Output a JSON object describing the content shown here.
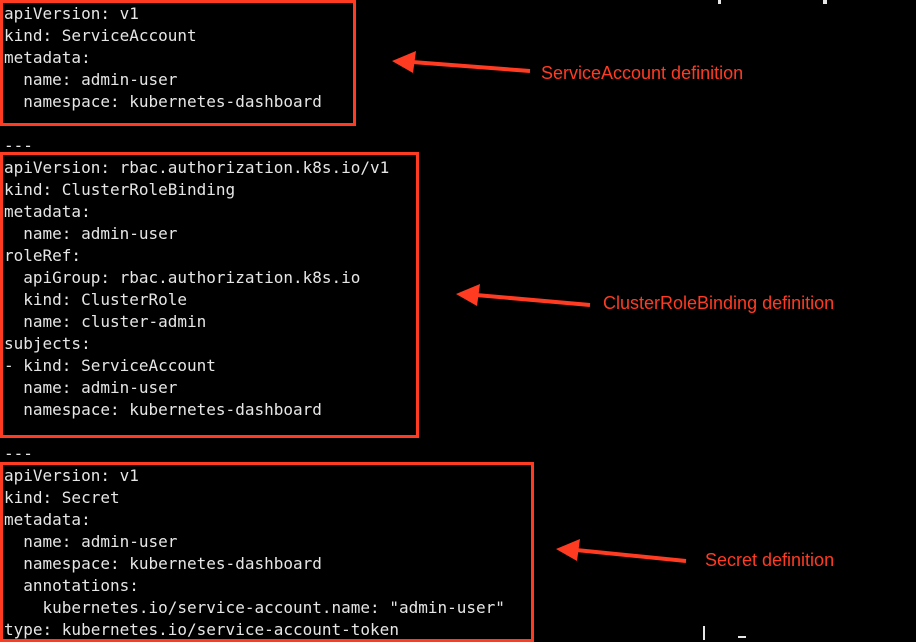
{
  "colors": {
    "background": "#000000",
    "text": "#e6e6e6",
    "annotation": "#ff3b22"
  },
  "terminal": {
    "lines": [
      "apiVersion: v1",
      "kind: ServiceAccount",
      "metadata:",
      "  name: admin-user",
      "  namespace: kubernetes-dashboard",
      "",
      "---",
      "apiVersion: rbac.authorization.k8s.io/v1",
      "kind: ClusterRoleBinding",
      "metadata:",
      "  name: admin-user",
      "roleRef:",
      "  apiGroup: rbac.authorization.k8s.io",
      "  kind: ClusterRole",
      "  name: cluster-admin",
      "subjects:",
      "- kind: ServiceAccount",
      "  name: admin-user",
      "  namespace: kubernetes-dashboard",
      "",
      "---",
      "apiVersion: v1",
      "kind: Secret",
      "metadata:",
      "  name: admin-user",
      "  namespace: kubernetes-dashboard",
      "  annotations:",
      "    kubernetes.io/service-account.name: \"admin-user\"",
      "type: kubernetes.io/service-account-token"
    ]
  },
  "annotations": {
    "service_account": "ServiceAccount definition",
    "cluster_role_binding": "ClusterRoleBinding definition",
    "secret": "Secret definition"
  }
}
